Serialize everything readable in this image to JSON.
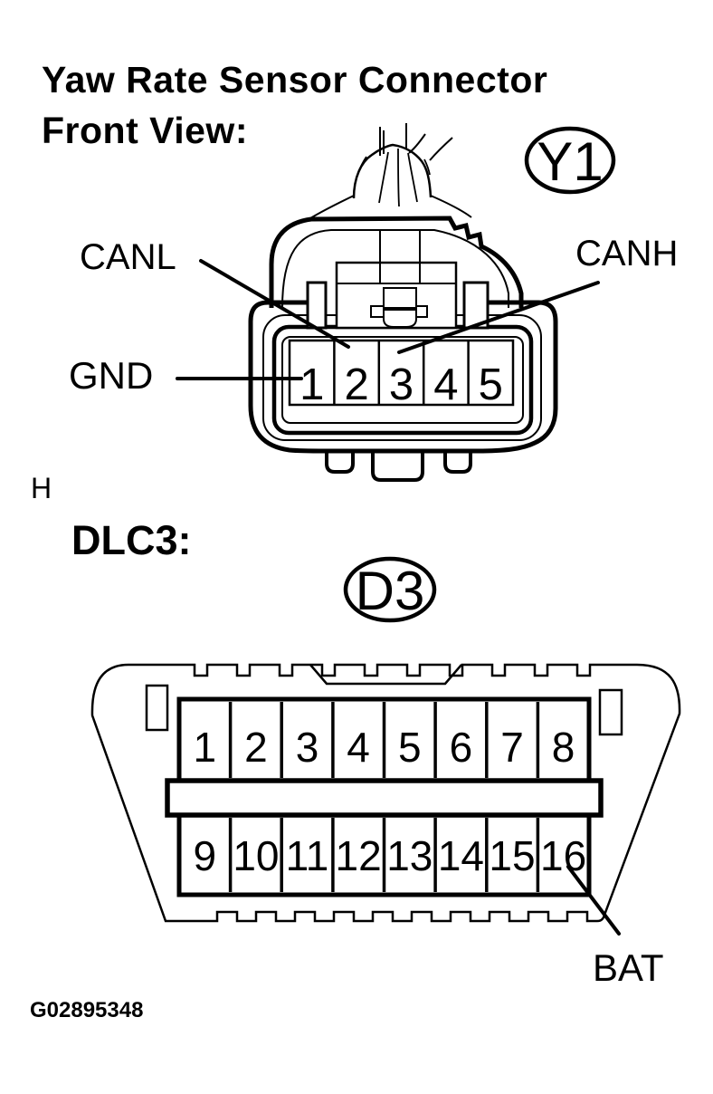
{
  "page": {
    "background": "#ffffff",
    "line_color": "#000000"
  },
  "title": {
    "line1": "Yaw Rate Sensor Connector",
    "line2": "Front View:"
  },
  "yaw_connector": {
    "tag": "Y1",
    "pins": [
      "1",
      "2",
      "3",
      "4",
      "5"
    ],
    "labels": [
      {
        "text": "CANL",
        "points_to_pin": "2"
      },
      {
        "text": "CANH",
        "points_to_pin": "3"
      },
      {
        "text": "GND",
        "points_to_pin": "1"
      }
    ]
  },
  "section_marker": "H",
  "dlc3_connector": {
    "heading": "DLC3:",
    "tag": "D3",
    "pins_top": [
      "1",
      "2",
      "3",
      "4",
      "5",
      "6",
      "7",
      "8"
    ],
    "pins_bottom": [
      "9",
      "10",
      "11",
      "12",
      "13",
      "14",
      "15",
      "16"
    ],
    "labels": [
      {
        "text": "BAT",
        "points_to_pin": "16"
      }
    ]
  },
  "figure_id": "G02895348"
}
